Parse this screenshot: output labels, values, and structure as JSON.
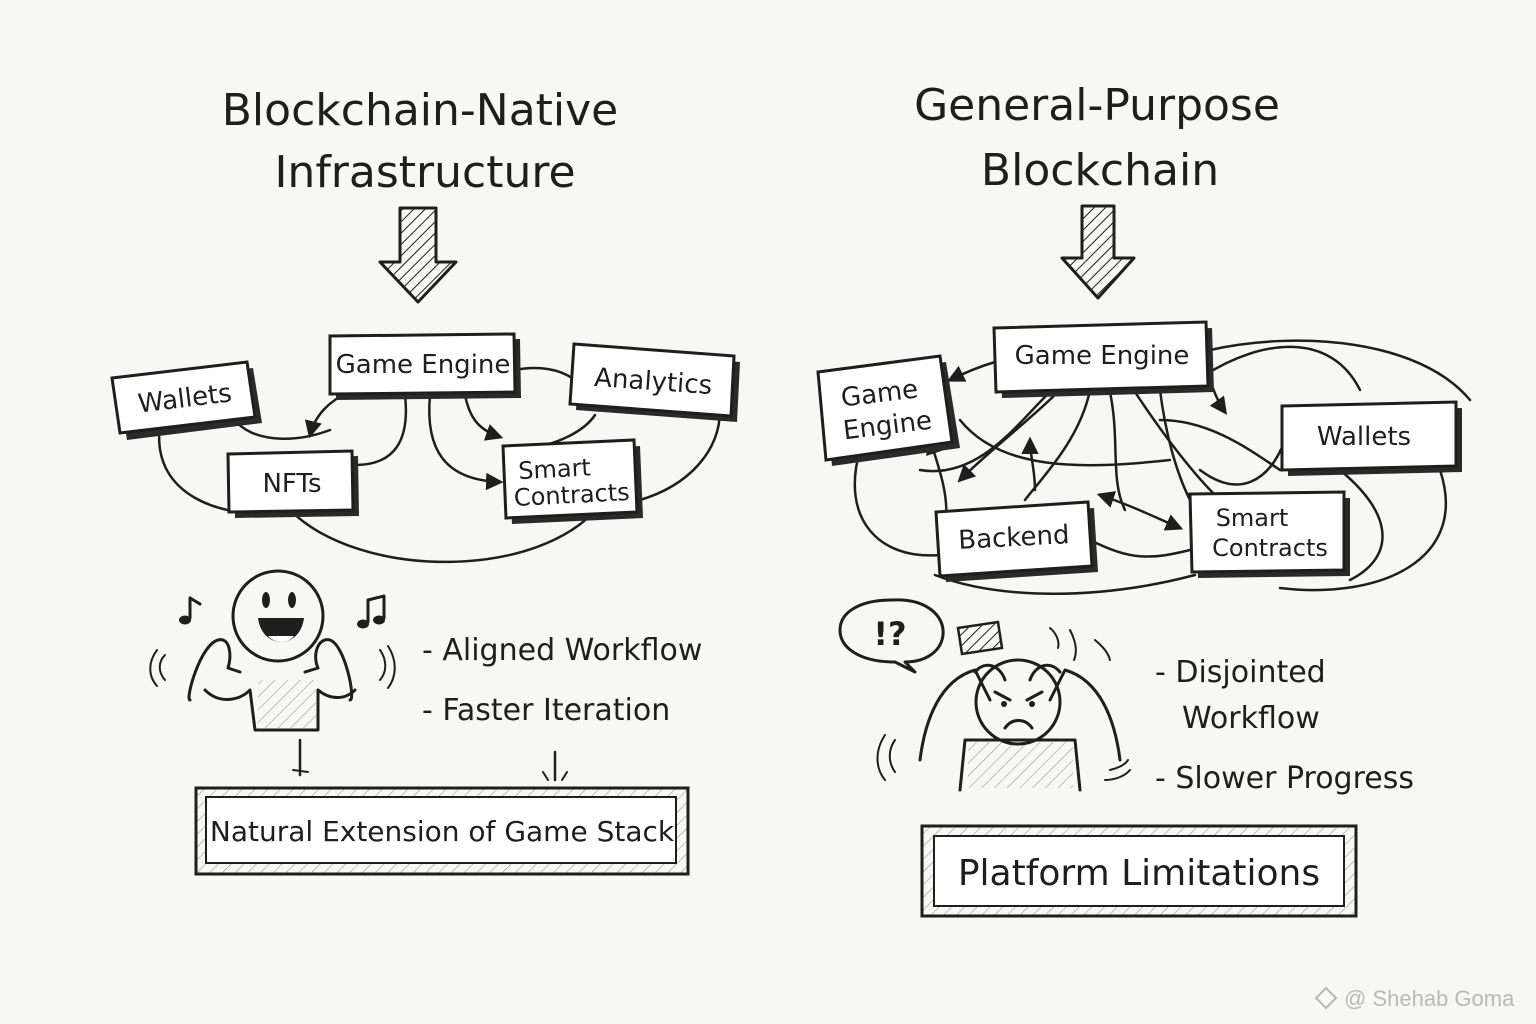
{
  "left": {
    "title_line1": "Blockchain-Native",
    "title_line2": "Infrastructure",
    "nodes": {
      "game_engine": "Game Engine",
      "wallets": "Wallets",
      "analytics": "Analytics",
      "nfts": "NFTs",
      "smart_line1": "Smart",
      "smart_line2": "Contracts"
    },
    "bullets": [
      "- Aligned Workflow",
      "- Faster Iteration"
    ],
    "banner": "Natural Extension of Game Stack"
  },
  "right": {
    "title_line1": "General-Purpose",
    "title_line2": "Blockchain",
    "nodes": {
      "game_engine_top": "Game Engine",
      "game_engine_left_line1": "Game",
      "game_engine_left_line2": "Engine",
      "wallets": "Wallets",
      "backend": "Backend",
      "smart_line1": "Smart",
      "smart_line2": "Contracts"
    },
    "speech": "!?",
    "bullets": [
      "- Disjointed",
      "Workflow",
      "- Slower Progress"
    ],
    "banner": "Platform Limitations"
  },
  "watermark": "@ Shehab Goma",
  "colors": {
    "ink": "#1e1e1e",
    "paper": "#f7f7f5",
    "watermark": "#b9b9b9"
  }
}
